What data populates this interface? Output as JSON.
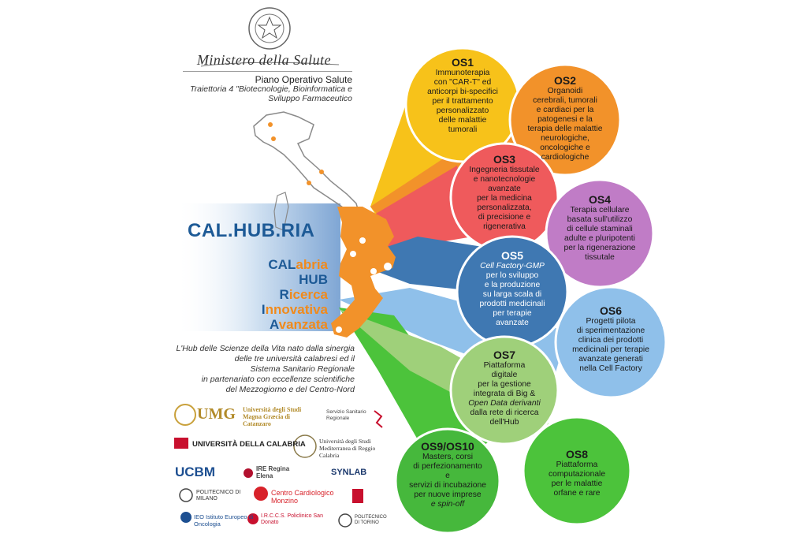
{
  "ministry": {
    "name": "Ministero della Salute",
    "plan_title": "Piano Operativo Salute",
    "plan_subtitle_1": "Traiettoria 4 \"Biotecnologie, Bioinformatica e",
    "plan_subtitle_2": "Sviluppo Farmaceutico"
  },
  "brand": {
    "title": "CAL.HUB.RIA",
    "lines": [
      {
        "accent": "CAL",
        "rest": "abria"
      },
      {
        "accent": "HUB",
        "rest": ""
      },
      {
        "accent": "R",
        "rest": "icerca"
      },
      {
        "accent": "I",
        "rest": "nnovativa"
      },
      {
        "accent": "A",
        "rest": "vanzata"
      }
    ]
  },
  "description": [
    "L'Hub delle Scienze della Vita nato dalla sinergia",
    "delle tre università calabresi ed il",
    "Sistema Sanitario Regionale",
    "in partenariato con eccellenze scientifiche",
    "del Mezzogiorno e del Centro-Nord"
  ],
  "objectives": [
    {
      "id": "OS1",
      "lines": [
        "Immunoterapia",
        "con \"CAR-T\" ed",
        "anticorpi bi-specifici",
        "per il trattamento",
        "personalizzato",
        "delle malattie",
        "tumorali"
      ],
      "color": "#f7c21a"
    },
    {
      "id": "OS2",
      "lines": [
        "Organoidi",
        "cerebrali, tumorali",
        "e cardiaci per la",
        "patogenesi e la",
        "terapia delle malattie",
        "neurologiche,",
        "oncologiche e",
        "cardiologiche"
      ],
      "color": "#f2922a"
    },
    {
      "id": "OS3",
      "lines": [
        "Ingegneria tissutale",
        "e nanotecnologie",
        "avanzate",
        "per la medicina",
        "personalizzata,",
        "di precisione e",
        "rigenerativa"
      ],
      "color": "#ef5a5c"
    },
    {
      "id": "OS4",
      "lines": [
        "Terapia cellulare",
        "basata sull'utilizzo",
        "di cellule staminali",
        "adulte e pluripotenti",
        "per la rigenerazione",
        "tissutale"
      ],
      "color": "#c07cc6"
    },
    {
      "id": "OS5",
      "lines": [
        "Cell Factory-GMP",
        "per lo sviluppo",
        "e la produzione",
        "su larga scala di",
        "prodotti medicinali",
        "per terapie",
        "avanzate"
      ],
      "color": "#3f78b2"
    },
    {
      "id": "OS6",
      "lines": [
        "Progetti pilota",
        "di sperimentazione",
        "clinica dei prodotti",
        "medicinali per terapie",
        "avanzate generati",
        "nella Cell Factory"
      ],
      "color": "#8fc0ea"
    },
    {
      "id": "OS7",
      "lines": [
        "Piattaforma",
        "digitale",
        "per la gestione",
        "integrata di Big &",
        "Open Data derivanti",
        "dalla rete di ricerca",
        "dell'Hub"
      ],
      "color": "#9fd07a"
    },
    {
      "id": "OS8",
      "lines": [
        "Piattaforma",
        "computazionale",
        "per le malattie",
        "orfane e rare"
      ],
      "color": "#4cc33b"
    },
    {
      "id": "OS9/OS10",
      "lines": [
        "Masters, corsi",
        "di perfezionamento",
        "e",
        "servizi di incubazione",
        "per nuove imprese",
        "e spin-off"
      ],
      "color": "#46b83c"
    }
  ],
  "partners": {
    "umg": {
      "mark": "UMG",
      "text": "Università degli Studi Magna Græcia di Catanzaro"
    },
    "ssr": {
      "text": "Servizio Sanitario Regionale"
    },
    "unical": {
      "text": "UNIVERSITÀ DELLA CALABRIA"
    },
    "unirc": {
      "text": "Università degli Studi Mediterranea di Reggio Calabria"
    },
    "ucbm": {
      "text": "UCBM"
    },
    "ire": {
      "text": "IRE Regina Elena"
    },
    "synlab": {
      "text": "SYNLAB"
    },
    "polimi": {
      "text": "POLITECNICO DI MILANO"
    },
    "monzino": {
      "text": "Centro Cardiologico Monzino"
    },
    "ieo": {
      "text": "IEO Istituto Europeo di Oncologia"
    },
    "sandonato": {
      "text": "I.R.C.C.S. Policlinico San Donato"
    },
    "polito": {
      "text": "POLITECNICO DI TORINO"
    }
  }
}
